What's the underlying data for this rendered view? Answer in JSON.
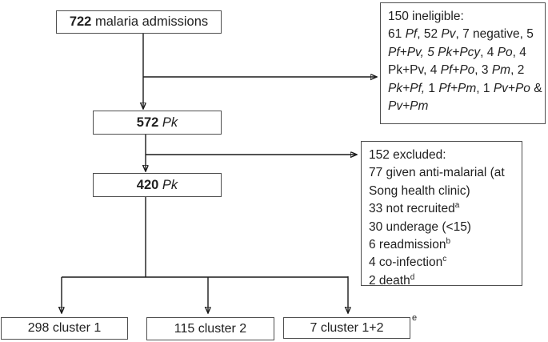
{
  "page": {
    "background": "#ffffff",
    "text_color": "#1f1f1f",
    "box_border_color": "#4f4f4f",
    "arrow_color": "#1a1a1a"
  },
  "boxes": {
    "admissions": {
      "segments": [
        {
          "t": "722",
          "b": 1
        },
        {
          "t": " malaria admissions"
        }
      ]
    },
    "pk572": {
      "segments": [
        {
          "t": "572",
          "b": 1
        },
        {
          "t": " "
        },
        {
          "t": "Pk",
          "i": 1
        }
      ]
    },
    "pk420": {
      "segments": [
        {
          "t": "420",
          "b": 1
        },
        {
          "t": " "
        },
        {
          "t": "Pk",
          "i": 1
        }
      ]
    },
    "ineligible": {
      "lines": [
        [
          {
            "t": "150 ineligible:"
          }
        ],
        [
          {
            "t": "61 "
          },
          {
            "t": "Pf",
            "i": 1
          },
          {
            "t": ", 52 "
          },
          {
            "t": "Pv",
            "i": 1
          },
          {
            "t": ", 7 negative, 5"
          }
        ],
        [
          {
            "t": "Pf+Pv, 5 Pk+Pcy",
            "i": 1
          },
          {
            "t": ", 4 "
          },
          {
            "t": "Po",
            "i": 1
          },
          {
            "t": ", 4"
          }
        ],
        [
          {
            "t": "Pk+Pv, 4 "
          },
          {
            "t": "Pf+Po",
            "i": 1
          },
          {
            "t": ", 3 "
          },
          {
            "t": "Pm",
            "i": 1
          },
          {
            "t": ", 2"
          }
        ],
        [
          {
            "t": "Pk+Pf,",
            "i": 1
          },
          {
            "t": " 1 "
          },
          {
            "t": "Pf+Pm",
            "i": 1
          },
          {
            "t": ", 1 "
          },
          {
            "t": "Pv+Po",
            "i": 1
          },
          {
            "t": " &"
          }
        ],
        [
          {
            "t": "Pv+Pm",
            "i": 1
          }
        ]
      ]
    },
    "excluded": {
      "lines": [
        [
          {
            "t": "152 excluded:"
          }
        ],
        [
          {
            "t": "77 given anti-malarial (at"
          }
        ],
        [
          {
            "t": "Song health clinic)"
          }
        ],
        [
          {
            "t": "33 not recruited"
          },
          {
            "t": "a",
            "s": 1
          }
        ],
        [
          {
            "t": "30 underage (<15)"
          }
        ],
        [
          {
            "t": "6 readmission"
          },
          {
            "t": "b",
            "s": 1
          }
        ],
        [
          {
            "t": "4 co-infection"
          },
          {
            "t": "c",
            "s": 1
          }
        ],
        [
          {
            "t": "2 death"
          },
          {
            "t": "d",
            "s": 1
          }
        ]
      ]
    },
    "cluster1": {
      "segments": [
        {
          "t": "298 cluster 1"
        }
      ]
    },
    "cluster2": {
      "segments": [
        {
          "t": "115 cluster 2"
        }
      ]
    },
    "cluster12": {
      "segments": [
        {
          "t": "7 cluster 1+2"
        }
      ],
      "footnote_marker": "e"
    }
  },
  "edges": [
    {
      "from": "admissions",
      "to": "pk572"
    },
    {
      "from": "admissions",
      "to": "ineligible"
    },
    {
      "from": "pk572",
      "to": "pk420"
    },
    {
      "from": "pk572",
      "to": "excluded"
    },
    {
      "from": "pk420",
      "to": "cluster1"
    },
    {
      "from": "pk420",
      "to": "cluster2"
    },
    {
      "from": "pk420",
      "to": "cluster12"
    }
  ]
}
